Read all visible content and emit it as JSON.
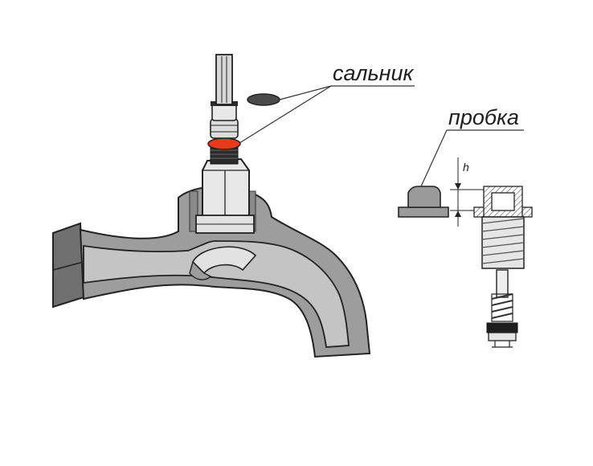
{
  "labels": {
    "gland": "сальник",
    "plug": "пробка",
    "height": "h"
  },
  "colors": {
    "body_fill": "#a9a9a9",
    "body_dark": "#6a6a6a",
    "inner_fill": "#c2c2c2",
    "part_fill": "#e3e3e3",
    "seal_red": "#e8391a",
    "outline": "#222222"
  }
}
